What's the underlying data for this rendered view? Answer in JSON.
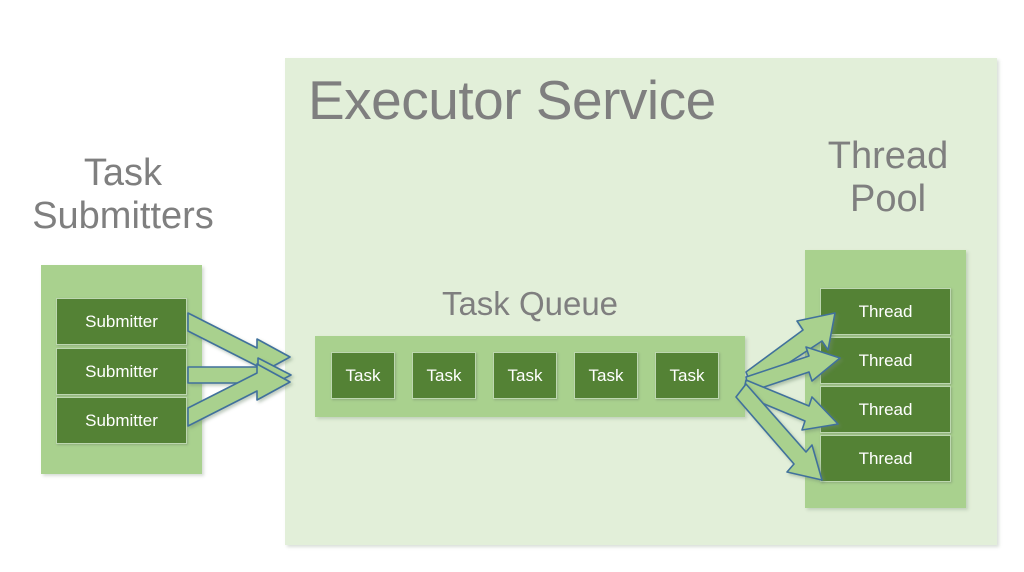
{
  "diagram": {
    "title": "Executor Service",
    "background_color": "#ffffff",
    "panel_color": "#e2efd9",
    "container_color": "#a9d18e",
    "chip_color": "#548235",
    "label_color": "#7f7f7f",
    "chip_text_color": "#ffffff",
    "arrow_fill": "#a9d18e",
    "arrow_stroke": "#41719c"
  },
  "submitters": {
    "label": "Task\nSubmitters",
    "label_line1": "Task",
    "label_line2": "Submitters",
    "items": [
      {
        "label": "Submitter"
      },
      {
        "label": "Submitter"
      },
      {
        "label": "Submitter"
      }
    ]
  },
  "queue": {
    "label": "Task Queue",
    "items": [
      {
        "label": "Task"
      },
      {
        "label": "Task"
      },
      {
        "label": "Task"
      },
      {
        "label": "Task"
      },
      {
        "label": "Task"
      }
    ]
  },
  "thread_pool": {
    "label": "Thread\nPool",
    "label_line1": "Thread",
    "label_line2": "Pool",
    "items": [
      {
        "label": "Thread"
      },
      {
        "label": "Thread"
      },
      {
        "label": "Thread"
      },
      {
        "label": "Thread"
      }
    ]
  },
  "arrows": {
    "submitters_to_queue_count": 3,
    "queue_to_threads_count": 4,
    "direction": "left-to-right"
  }
}
